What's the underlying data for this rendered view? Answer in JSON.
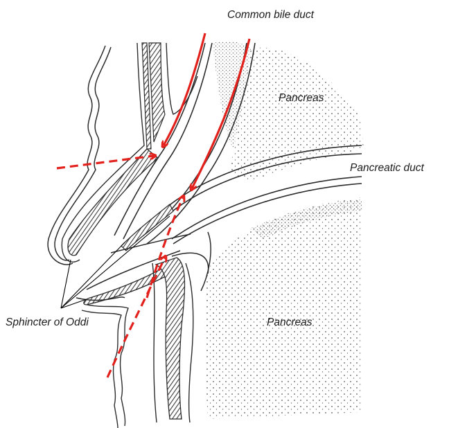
{
  "labels": {
    "common_bile_duct": "Common bile duct",
    "pancreas_upper": "Pancreas",
    "pancreatic_duct": "Pancreatic duct",
    "pancreas_lower": "Pancreas",
    "sphincter_of_oddi": "Sphincter of Oddi"
  },
  "colors": {
    "arrow": "#e3211c",
    "line": "#2b2b2b",
    "stipple": "#555555",
    "hatch": "#3a3a3a",
    "background": "#ffffff"
  }
}
